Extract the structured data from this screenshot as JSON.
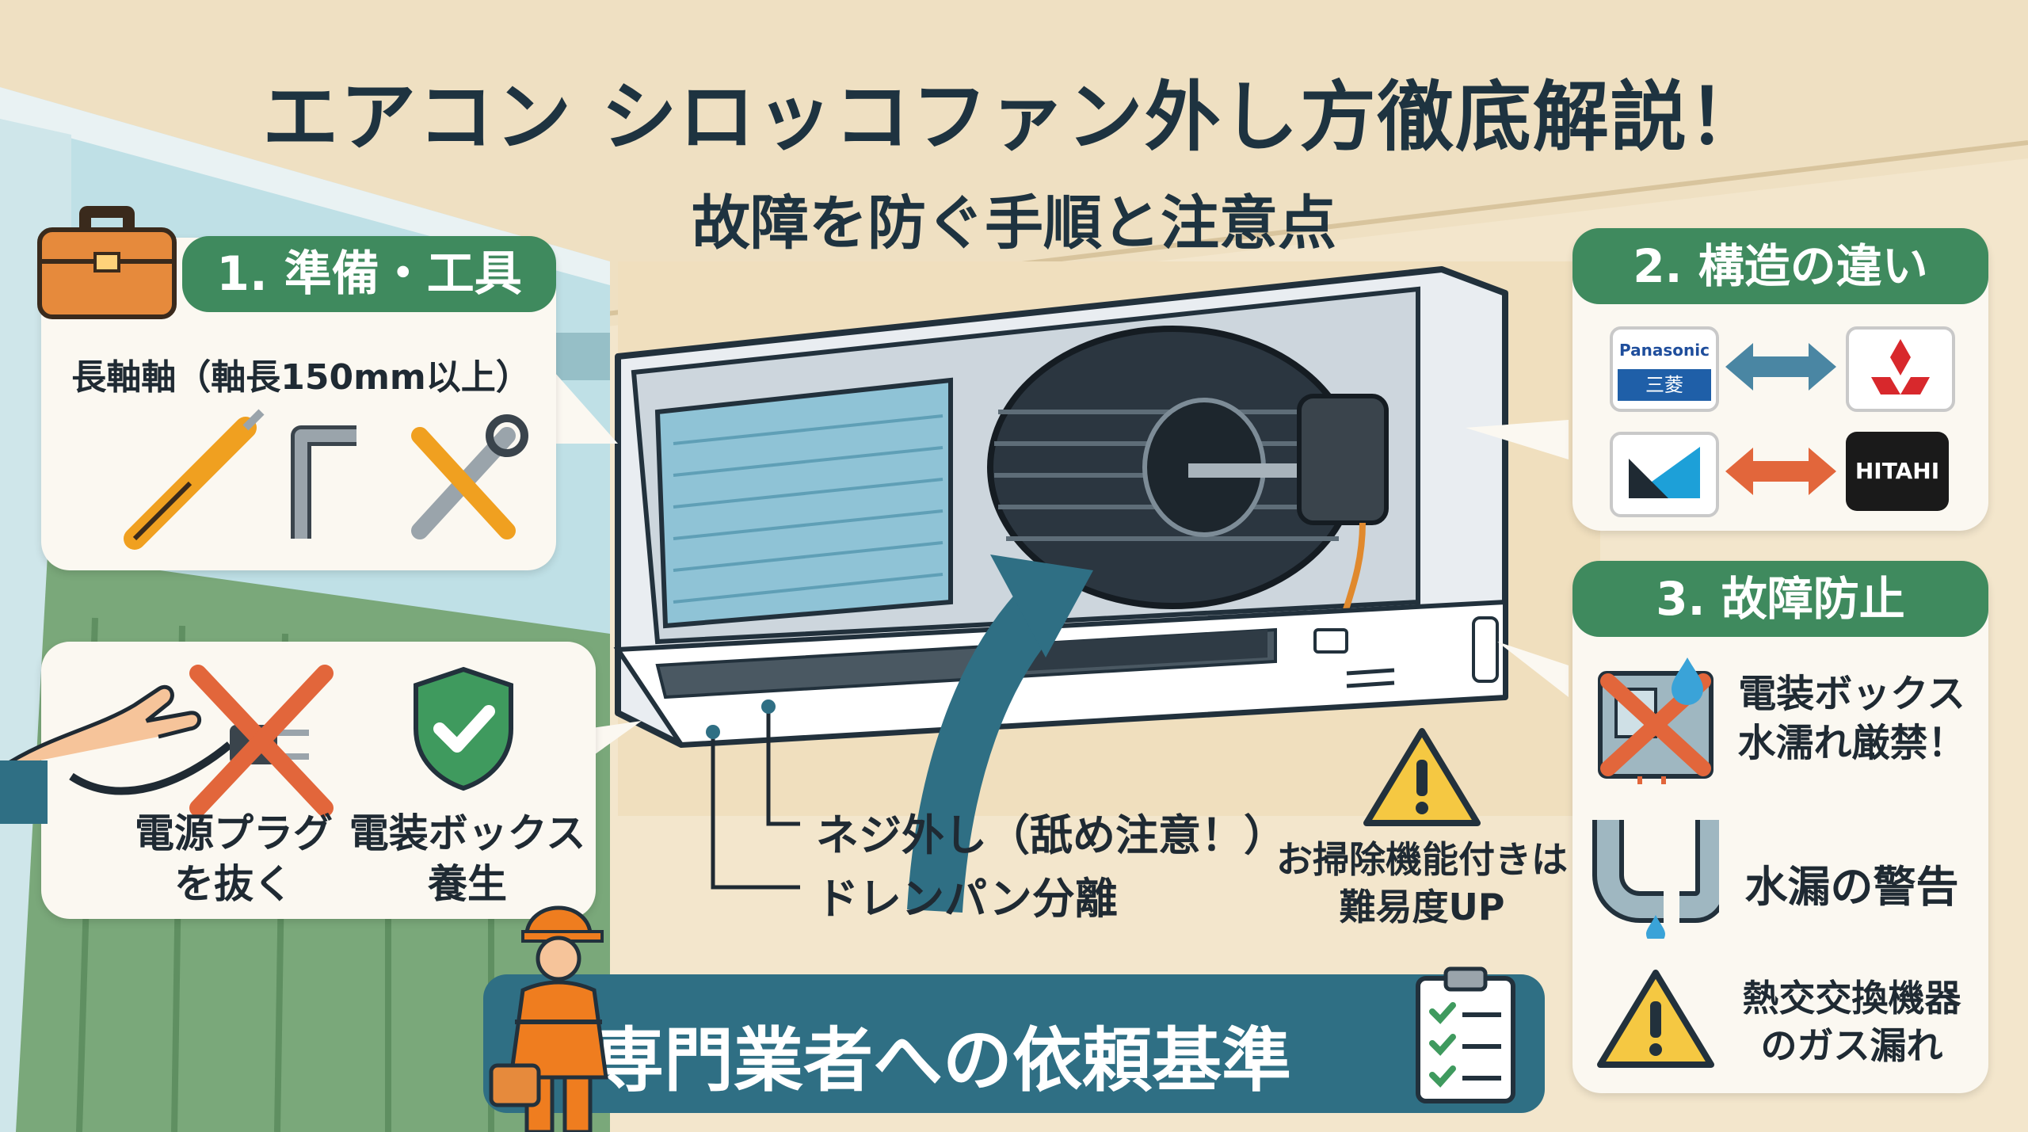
{
  "title": "エアコン シロッコファン外し方徹底解説！",
  "subtitle": "故障を防ぐ手順と注意点",
  "panel1": {
    "heading": "1. 準備・工具",
    "tool_text": "長軸軸（軸長150mm以上）",
    "item_left": "電源プラグを抜く",
    "item_right": "電装ボックス養生"
  },
  "panel2": {
    "heading": "2. 構造の違い",
    "brand_panasonic": "Panasonic",
    "brand_panasonic_sub": "三菱",
    "brand_hitachi": "HITAHI"
  },
  "panel3": {
    "heading": "3. 故障防止",
    "item1": "電装ボックス水濡れ厳禁！",
    "item2": "水漏の警告",
    "item3": "熱交交換機器のガス漏れ"
  },
  "steps": {
    "screw": "ネジ外し（舐め注意！）",
    "drain": "ドレンパン分離"
  },
  "warning_note": "お掃除機能付きは難易度UP",
  "banner": "専門業者への依頼基準",
  "colors": {
    "header_green": "#3f8a5e",
    "banner_blue": "#2f6f84",
    "arrow_blue": "#2f6f84",
    "arrow_orange": "#e2663b",
    "cross_orange": "#e2663b",
    "warning_yellow": "#f5c842"
  }
}
